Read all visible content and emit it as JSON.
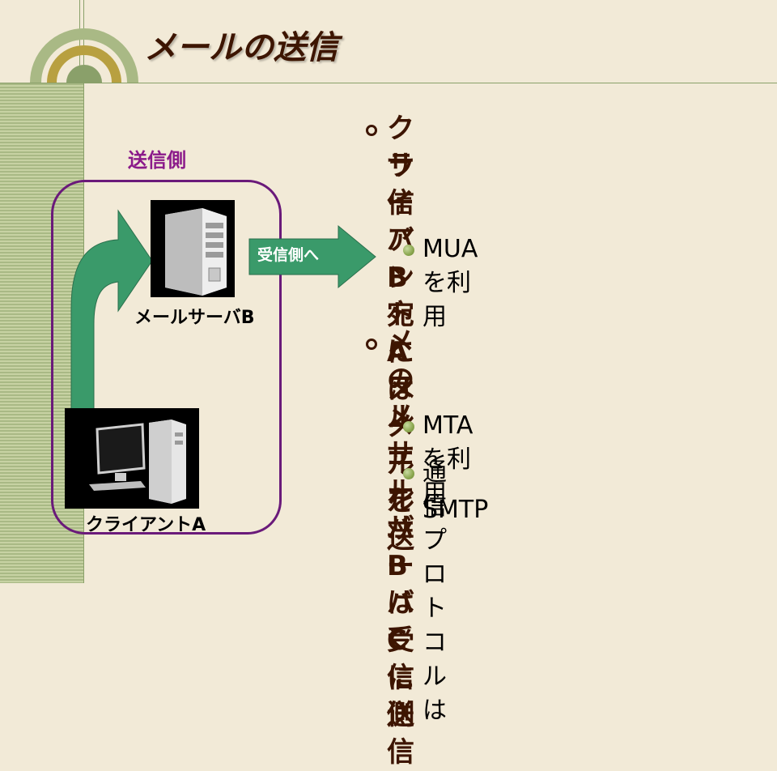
{
  "slide": {
    "title": "メールの送信"
  },
  "diagram": {
    "sender_label": "送信側",
    "server_label": "メールサーバB",
    "client_label": "クライアントA",
    "receiver_arrow_label": "受信側へ",
    "colors": {
      "arrow": "#3a9a6a",
      "sender_box_border": "#6a1a7a",
      "sender_label": "#8b1a8a"
    }
  },
  "bullets": [
    {
      "text_lines": [
        "クライアントAはメール",
        "サーバB宛にメールを送",
        "信"
      ],
      "sub": [
        {
          "text_lines": [
            "MUA を利用"
          ]
        }
      ]
    },
    {
      "text_lines": [
        "メールサーバBは受信側",
        "のメールサーバCに送信"
      ],
      "sub": [
        {
          "text_lines": [
            "MTA を利用"
          ]
        },
        {
          "text_lines": [
            "通信プロトコルは",
            "SMTP"
          ]
        }
      ]
    }
  ]
}
